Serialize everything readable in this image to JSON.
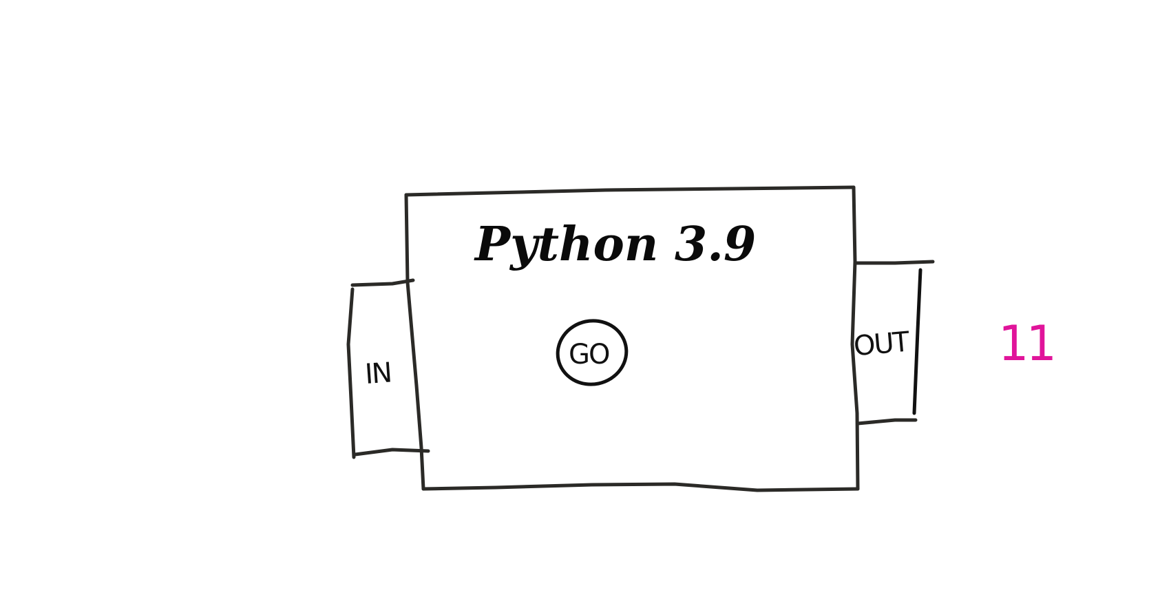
{
  "machine": {
    "title": "Python 3.9",
    "go_label": "GO",
    "input_label": "IN",
    "output_label": "OUT"
  },
  "result": {
    "value": "11",
    "color": "#e0149a"
  },
  "colors": {
    "ink": "#2b2a27",
    "background": "#ffffff"
  }
}
